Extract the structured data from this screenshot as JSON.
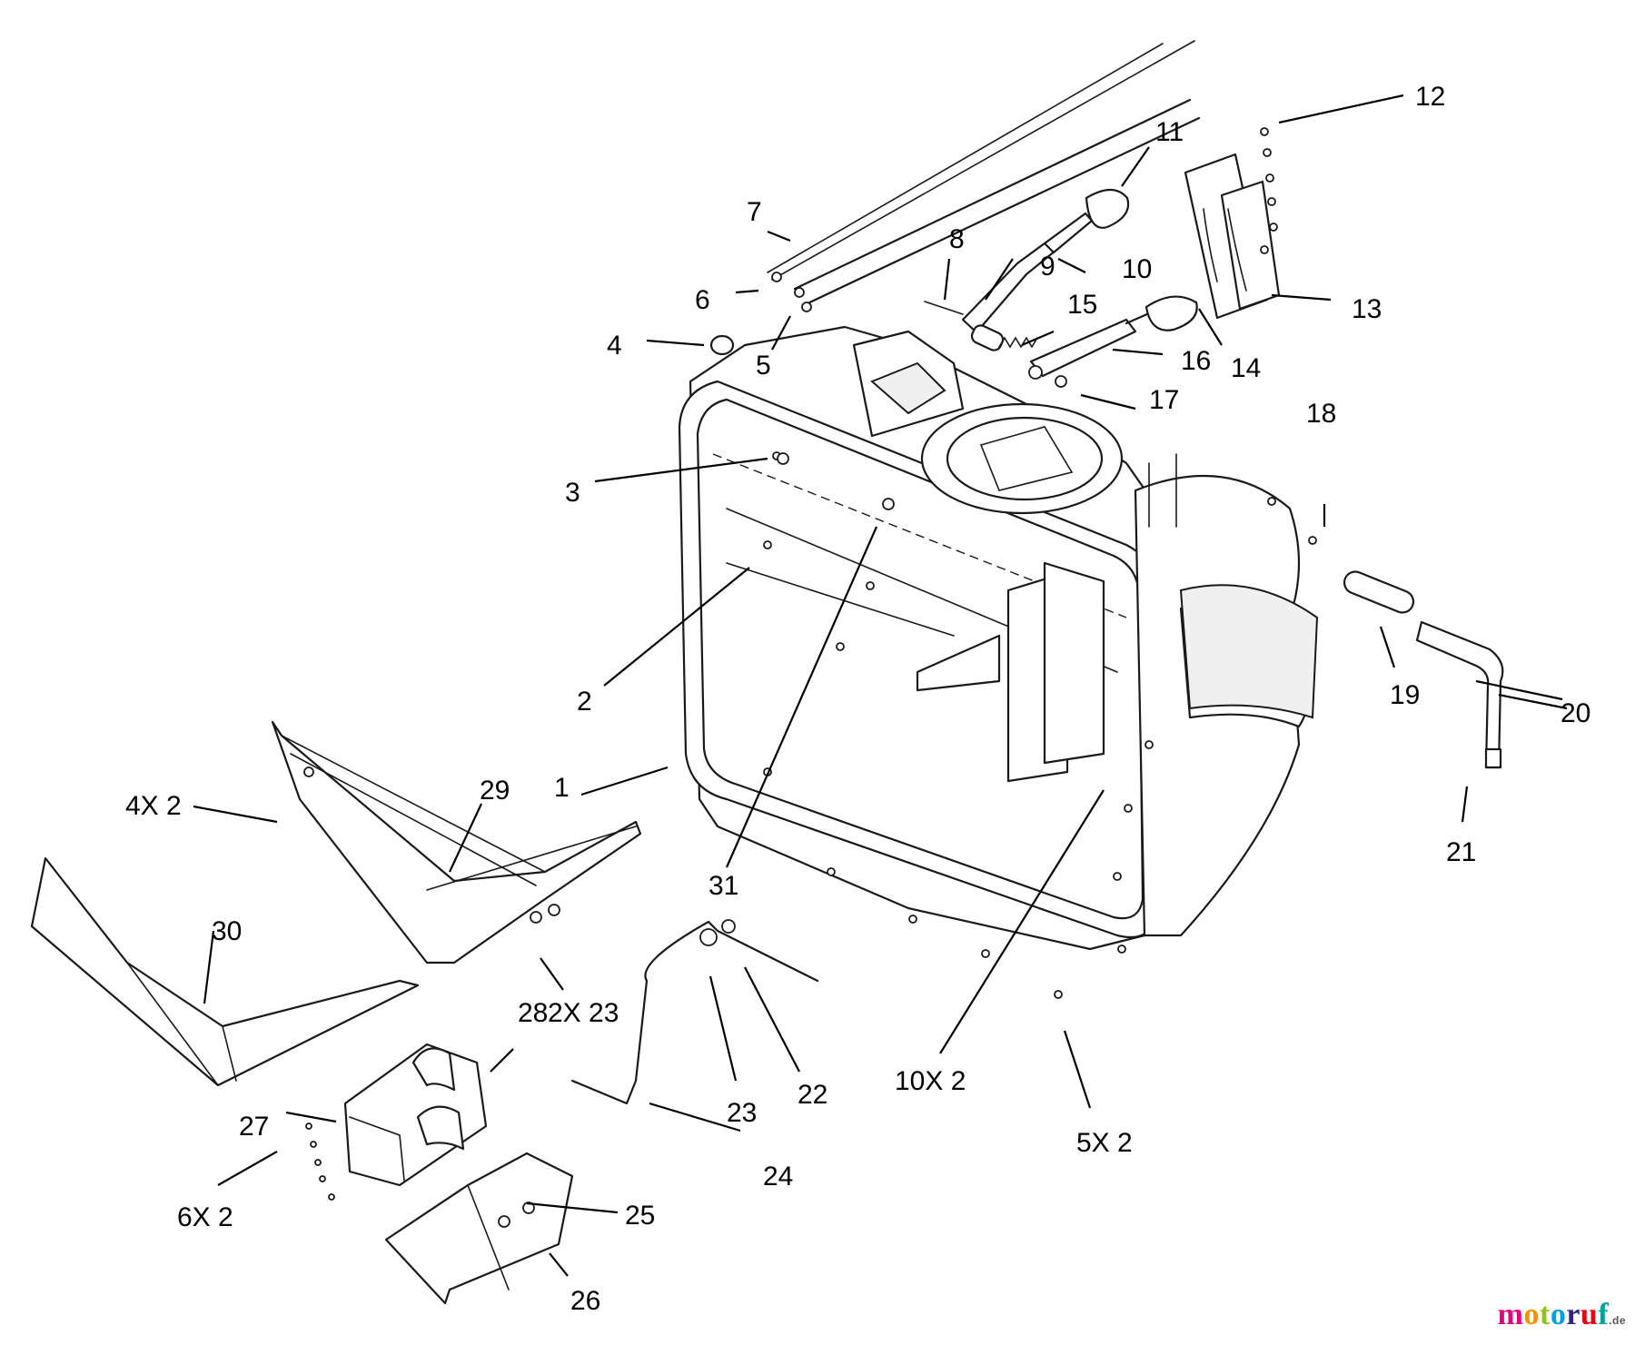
{
  "callouts": [
    {
      "id": "c1",
      "text": "1"
    },
    {
      "id": "c2",
      "text": "2"
    },
    {
      "id": "c3",
      "text": "3"
    },
    {
      "id": "c4",
      "text": "4"
    },
    {
      "id": "c5",
      "text": "5"
    },
    {
      "id": "c6",
      "text": "6"
    },
    {
      "id": "c7",
      "text": "7"
    },
    {
      "id": "c8",
      "text": "8"
    },
    {
      "id": "c9",
      "text": "9"
    },
    {
      "id": "c10",
      "text": "10"
    },
    {
      "id": "c11",
      "text": "11"
    },
    {
      "id": "c12",
      "text": "12"
    },
    {
      "id": "c13",
      "text": "13"
    },
    {
      "id": "c14",
      "text": "14"
    },
    {
      "id": "c15",
      "text": "15"
    },
    {
      "id": "c16",
      "text": "16"
    },
    {
      "id": "c17",
      "text": "17"
    },
    {
      "id": "c18",
      "text": "18"
    },
    {
      "id": "c19",
      "text": "19"
    },
    {
      "id": "c20",
      "text": "20"
    },
    {
      "id": "c21",
      "text": "21"
    },
    {
      "id": "c22",
      "text": "22"
    },
    {
      "id": "c23",
      "text": "23"
    },
    {
      "id": "c24",
      "text": "24"
    },
    {
      "id": "c25",
      "text": "25"
    },
    {
      "id": "c26",
      "text": "26"
    },
    {
      "id": "c27",
      "text": "27"
    },
    {
      "id": "c28",
      "text": "28"
    },
    {
      "id": "c29",
      "text": "29"
    },
    {
      "id": "c30",
      "text": "30"
    },
    {
      "id": "c31",
      "text": "31"
    },
    {
      "id": "c4x2",
      "text": "4X 2"
    },
    {
      "id": "c2x23",
      "text": "2X 23"
    },
    {
      "id": "c10x2",
      "text": "10X 2"
    },
    {
      "id": "c5x2",
      "text": "5X 2"
    },
    {
      "id": "c6x2",
      "text": "6X 2"
    }
  ],
  "watermark": {
    "letters": [
      "m",
      "o",
      "t",
      "o",
      "r",
      "u",
      "f"
    ],
    "suffix": ".de"
  }
}
